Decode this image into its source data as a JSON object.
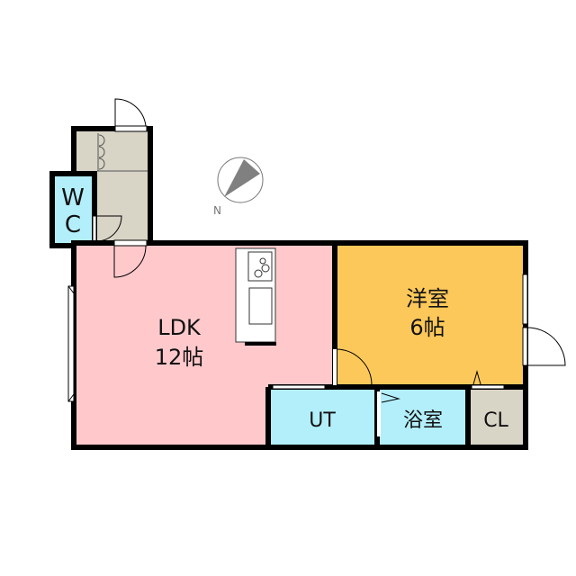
{
  "rooms": {
    "ldk": {
      "name": "LDK",
      "size": "12帖",
      "color": "#ffc9cc"
    },
    "western": {
      "name": "洋室",
      "size": "6帖",
      "color": "#fdc85a"
    },
    "ut": {
      "name": "UT",
      "color": "#b3effb"
    },
    "bath": {
      "name": "浴室",
      "color": "#b3effb"
    },
    "closet": {
      "name": "CL",
      "color": "#d8d4c6"
    },
    "wc": {
      "name_top": "W",
      "name_bottom": "C",
      "color": "#b3effb"
    },
    "entrance": {
      "color": "#d8d4c6"
    }
  },
  "compass": {
    "label": "N"
  }
}
